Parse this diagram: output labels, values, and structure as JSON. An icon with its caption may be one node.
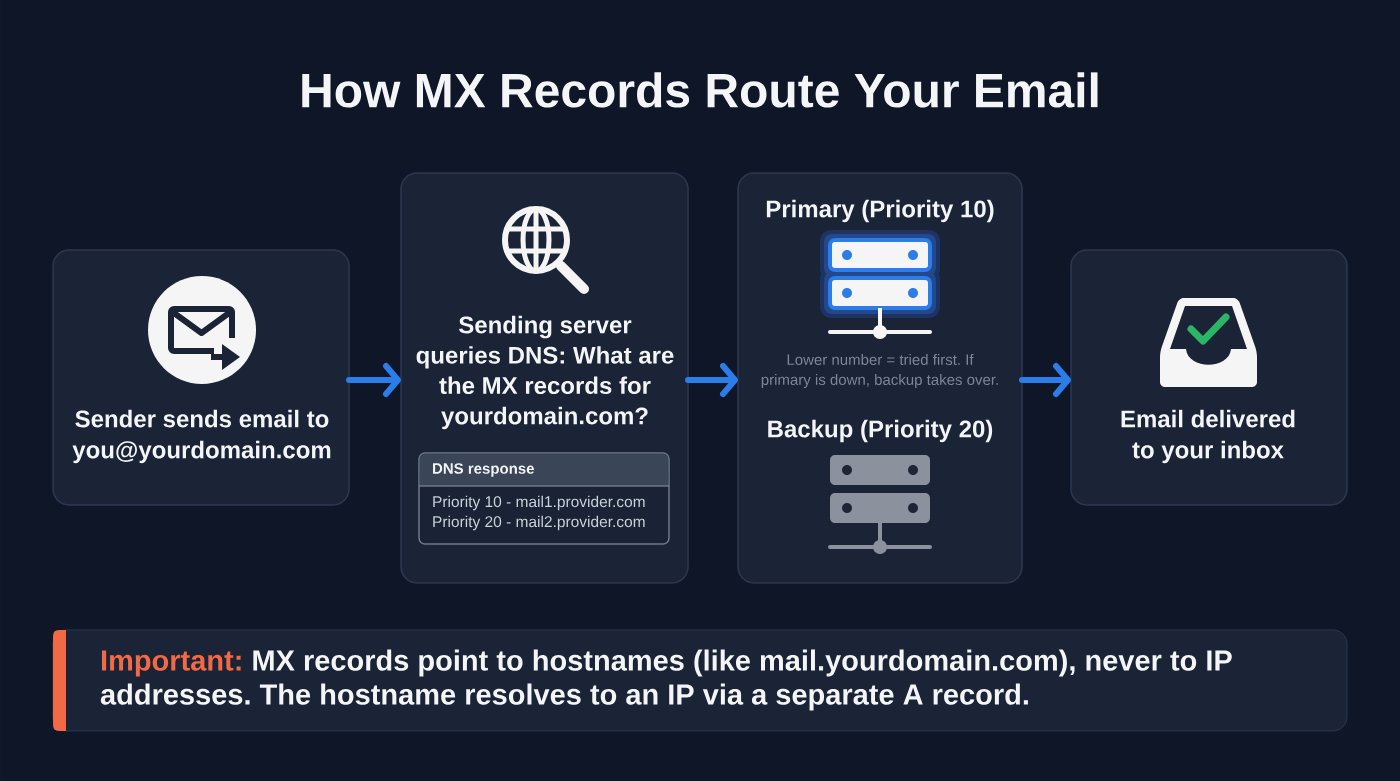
{
  "diagram": {
    "title": "How MX Records Route Your Email",
    "nodes": [
      {
        "text": [
          "Sender sends email to you@yourdomain.com"
        ]
      },
      {
        "text": [
          "Sending server queries DNS: What are the MX records for yourdomain.com?"
        ]
      },
      {
        "text": [
          "DNS response",
          "Priority 10 - mail1.provider.com",
          "Priority 20 - mail2.provider.com"
        ],
        "in": 1
      },
      {
        "text": [
          "Primary (Priority 10)",
          "Lower number = tried first. If primary is down, backup takes over.",
          "Backup (Priority 20)"
        ]
      },
      {
        "text": [
          "Email delivered to your inbox"
        ]
      },
      {
        "text": [
          "Important:",
          "MX records point to hostnames (like mail.yourdomain.com), never to IP addresses. The hostname resolves to an IP via a separate A record."
        ]
      }
    ],
    "edges": [
      {
        "from": 0,
        "to": 1,
        "arrow": "to"
      },
      {
        "from": 1,
        "to": 3,
        "arrow": "to"
      },
      {
        "from": 3,
        "to": 4,
        "arrow": "to"
      }
    ]
  }
}
